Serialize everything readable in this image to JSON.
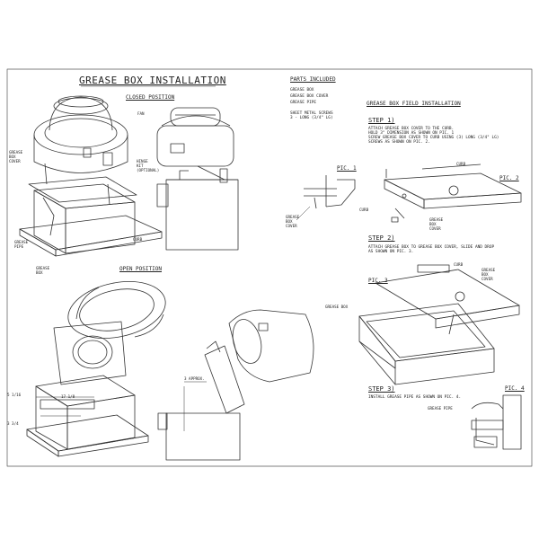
{
  "sheet": {
    "title": "GREASE BOX INSTALLATION",
    "closed_position": "CLOSED POSITION",
    "open_position": "OPEN POSITION"
  },
  "labels": {
    "fan": "FAN",
    "grease_box_cover": "GREASE\nBOX\nCOVER",
    "hinge_kit": "HINGE\nKIT\n(OPTIONAL)",
    "grease_pipe": "GREASE\nPIPE",
    "curb": "CURB",
    "grease_box": "GREASE\nBOX",
    "dim_5_1_16": "5 1/16",
    "dim_17_1_8": "17 1/8",
    "dim_3_3_4": "3 3/4",
    "dim_3_approx": "3 APPROX."
  },
  "parts": {
    "heading": "PARTS INCLUDED",
    "items": [
      "GREASE BOX",
      "GREASE BOX COVER",
      "GREASE PIPE"
    ],
    "screws": "SHEET METAL SCREWS\n3 - LONG (3/4\" LG)"
  },
  "field": {
    "heading": "GREASE BOX FIELD INSTALLATION",
    "step1": {
      "label": "STEP 1)",
      "text": "ATTACH GREASE BOX COVER TO THE CURB.\nHOLD 3\" DIMENSION AS SHOWN ON PIC. 1\nSCREW GREASE BOX COVER TO CURB USING (3) LONG (3/4\" LG)\nSCREWS AS SHOWN ON PIC. 2."
    },
    "step2": {
      "label": "STEP 2)",
      "text": "ATTACH GREASE BOX TO GREASE BOX COVER, SLIDE AND DROP\nAS SHOWN ON PIC. 3."
    },
    "step3": {
      "label": "STEP 3)",
      "text": "INSTALL GREASE PIPE AS SHOWN ON PIC. 4."
    }
  },
  "pics": {
    "pic1": "PIC. 1",
    "pic2": "PIC. 2",
    "pic3": "PIC. 3",
    "pic4": "PIC. 4",
    "pic1_curb": "CURB",
    "pic1_cover": "GREASE\nBOX\nCOVER",
    "pic2_curb": "CURB",
    "pic2_cover": "GREASE\nBOX\nCOVER",
    "pic3_curb": "CURB",
    "pic3_cover": "GREASE\nBOX\nCOVER",
    "pic3_box": "GREASE BOX",
    "pic4_pipe": "GREASE PIPE"
  }
}
